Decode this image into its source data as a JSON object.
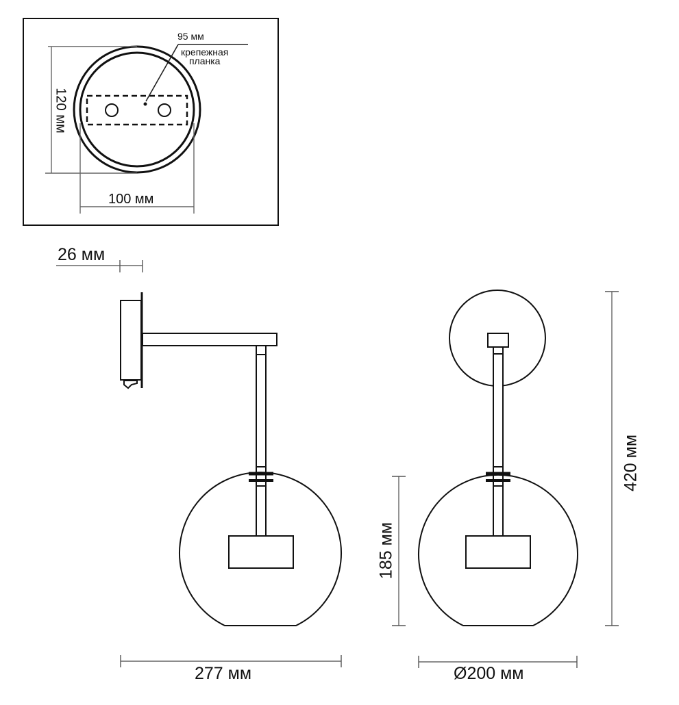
{
  "drawing": {
    "subject": "wall lamp (sconce) dimensional drawing",
    "mount_plate_inset": {
      "mounting_bar_label": "95 мм",
      "mounting_bar_note_line1": "крепежная",
      "mounting_bar_note_line2": "планка",
      "height_label": "120 мм",
      "width_label": "100 мм"
    },
    "side_view": {
      "depth_label": "26 мм",
      "length_label": "277 мм"
    },
    "front_view": {
      "shade_height_label": "185 мм",
      "total_height_label": "420 мм",
      "diameter_label": "Ø200 мм"
    }
  },
  "colors": {
    "line": "#111111",
    "dimension_line": "#666666",
    "background": "#ffffff"
  }
}
